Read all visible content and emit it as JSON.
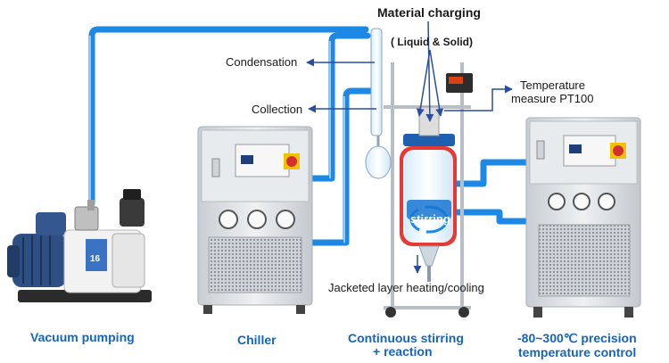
{
  "labels": {
    "material_charging": "Material charging",
    "liquid_solid": "( Liquid & Solid)",
    "condensation": "Condensation",
    "collection": "Collection",
    "temp_measure_line1": "Temperature",
    "temp_measure_line2": "measure PT100",
    "stirring": "stirring",
    "jacketed": "Jacketed layer heating/cooling"
  },
  "captions": {
    "vacuum": "Vacuum pumping",
    "chiller": "Chiller",
    "stirring_line1": "Continuous stirring",
    "stirring_line2": "+ reaction",
    "temp_control_line1": "-80~300℃ precision",
    "temp_control_line2": "temperature control"
  },
  "equipment": {
    "pump_number": "16"
  },
  "colors": {
    "pipe": "#1e88e5",
    "caption": "#1565c0",
    "arrow": "#2a4d9c",
    "cabinet": "#dfe3e7",
    "jacket": "#e53935"
  }
}
